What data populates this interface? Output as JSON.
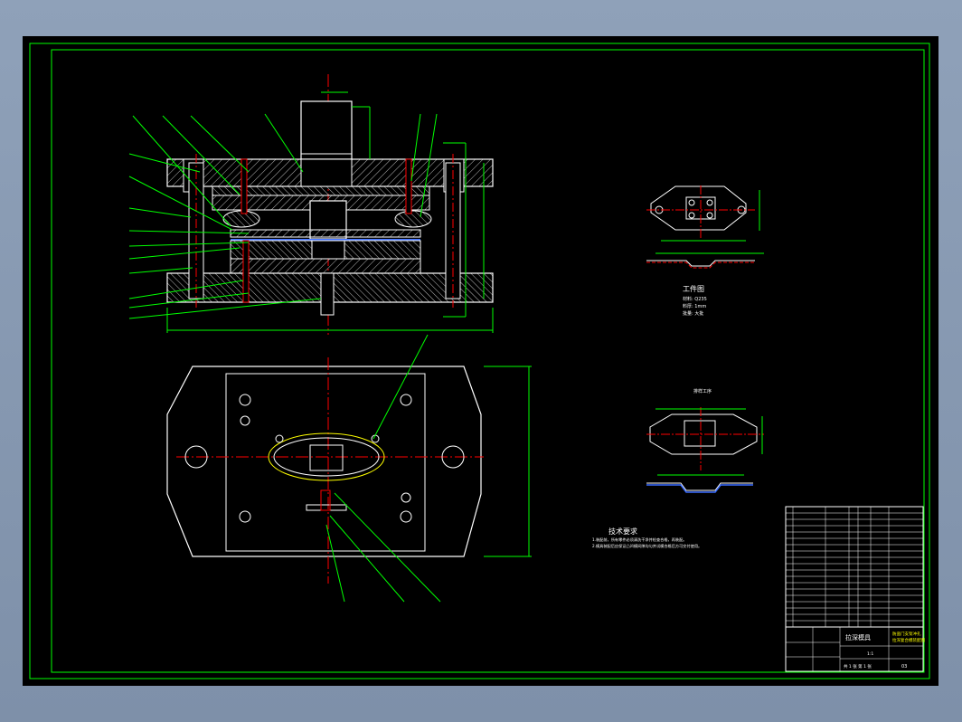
{
  "drawing": {
    "title_block": {
      "drawing_name": "拉深模具",
      "part_description_line1": "防盗门支架冲孔",
      "part_description_line2": "拉深复合模装配图",
      "scale": "1:1",
      "sheet": "共 1 张 第 1 张",
      "drawing_number": "03"
    },
    "technical_requirements": {
      "heading": "技术要求",
      "items": [
        "1.装配前，所有零件必须清洗干净并检查合格，再装配。",
        "2.模具装配后应保证凸凹模间隙均匀并试模合格后方可交付使用。"
      ]
    },
    "workpiece_view": {
      "heading": "工件图",
      "notes": [
        "材料: Q235",
        "料厚: 1mm",
        "批量: 大批"
      ]
    },
    "blank_view": {
      "heading": "排样工序"
    },
    "colors": {
      "background": "#000000",
      "border": "#00ff00",
      "outline": "#ffffff",
      "centerline": "#ff0000",
      "dimension": "#00ff00",
      "hatch": "#ffffff",
      "annotation": "#ffff00",
      "part": "#0000ff"
    }
  }
}
